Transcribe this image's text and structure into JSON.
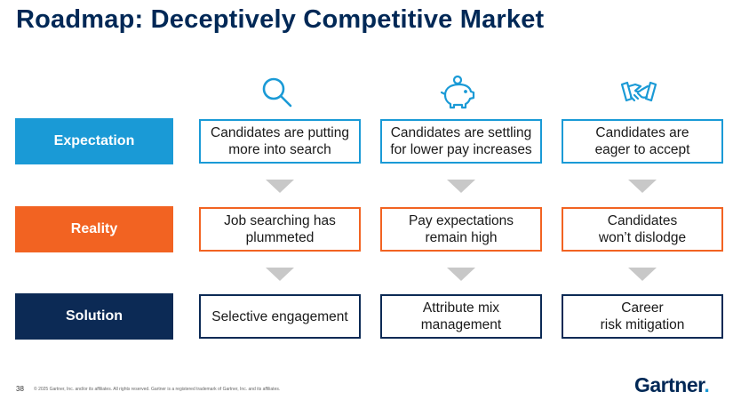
{
  "title": "Roadmap: Deceptively Competitive Market",
  "icons": [
    "search-icon",
    "piggy-bank-icon",
    "handshake-icon"
  ],
  "rows": {
    "expectation": {
      "label": "Expectation",
      "color": "#1a9ad6",
      "cells": [
        "Candidates are putting\nmore into search",
        "Candidates are settling\nfor lower pay increases",
        "Candidates are\neager to accept"
      ]
    },
    "reality": {
      "label": "Reality",
      "color": "#f26322",
      "cells": [
        "Job searching has\nplummeted",
        "Pay expectations\nremain high",
        "Candidates\nwon’t dislodge"
      ]
    },
    "solution": {
      "label": "Solution",
      "color": "#0c2a55",
      "cells": [
        "Selective engagement",
        "Attribute mix\nmanagement",
        "Career\nrisk mitigation"
      ]
    }
  },
  "footer": {
    "page": "38",
    "copyright": "© 2025 Gartner, Inc. and/or its affiliates. All rights reserved. Gartner is a registered trademark of Gartner, Inc. and its affiliates.",
    "logo": "Gartner",
    "logo_dot": "."
  }
}
